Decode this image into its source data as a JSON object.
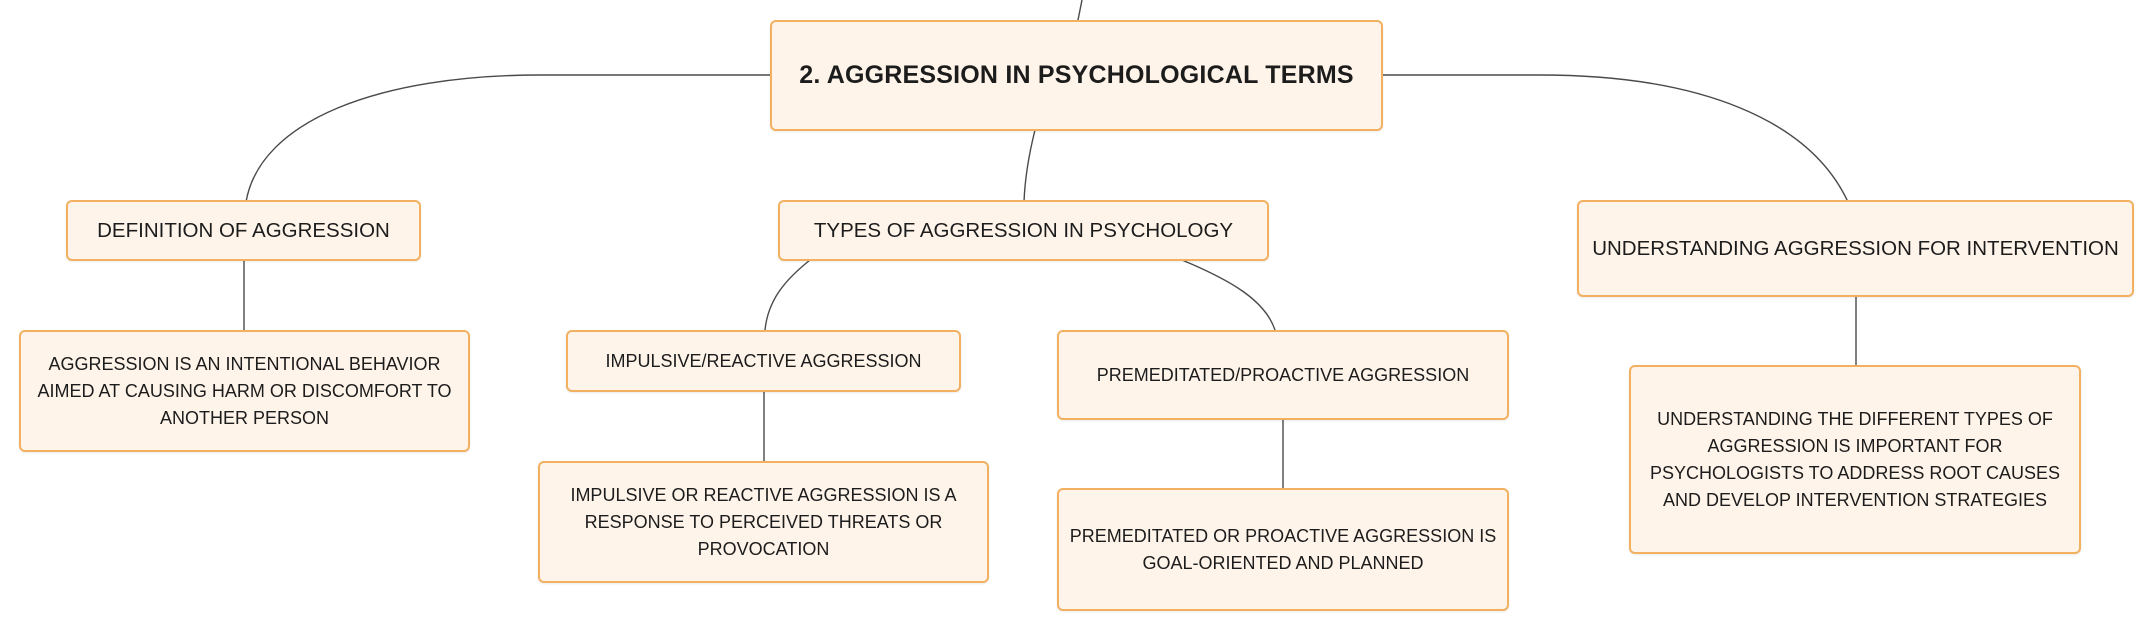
{
  "colors": {
    "node_fill": "#fff4ea",
    "node_border": "#f2b061",
    "connector": "#4a4a4a",
    "text": "#1c1c1c"
  },
  "diagram": {
    "root": "2. AGGRESSION IN PSYCHOLOGICAL TERMS",
    "branches": {
      "definition": {
        "label": "DEFINITION OF AGGRESSION",
        "detail": "AGGRESSION IS AN INTENTIONAL BEHAVIOR AIMED AT CAUSING HARM OR DISCOMFORT TO ANOTHER PERSON"
      },
      "types": {
        "label": "TYPES OF AGGRESSION IN PSYCHOLOGY",
        "impulsive": {
          "label": "IMPULSIVE/REACTIVE AGGRESSION",
          "detail": "IMPULSIVE OR REACTIVE AGGRESSION IS A RESPONSE TO PERCEIVED THREATS OR PROVOCATION"
        },
        "premeditated": {
          "label": "PREMEDITATED/PROACTIVE AGGRESSION",
          "detail": "PREMEDITATED OR PROACTIVE AGGRESSION IS GOAL-ORIENTED AND PLANNED"
        }
      },
      "understanding": {
        "label": "UNDERSTANDING AGGRESSION FOR INTERVENTION",
        "detail": "UNDERSTANDING THE DIFFERENT TYPES OF AGGRESSION IS IMPORTANT FOR PSYCHOLOGISTS TO ADDRESS ROOT CAUSES AND DEVELOP INTERVENTION STRATEGIES"
      }
    }
  }
}
